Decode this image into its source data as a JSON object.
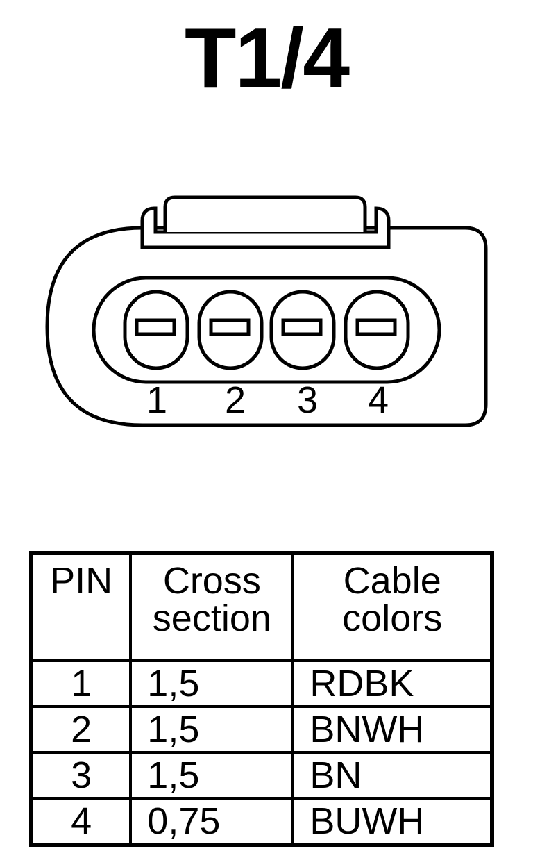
{
  "title": "T1/4",
  "connector": {
    "pin_labels": [
      "1",
      "2",
      "3",
      "4"
    ]
  },
  "table": {
    "headers": {
      "pin": "PIN",
      "cross_line1": "Cross",
      "cross_line2": "section",
      "color_line1": "Cable",
      "color_line2": "colors"
    },
    "rows": [
      {
        "pin": "1",
        "cross": "1,5",
        "color": "RDBK"
      },
      {
        "pin": "2",
        "cross": "1,5",
        "color": "BNWH"
      },
      {
        "pin": "3",
        "cross": "1,5",
        "color": "BN"
      },
      {
        "pin": "4",
        "cross": "0,75",
        "color": "BUWH"
      }
    ]
  }
}
